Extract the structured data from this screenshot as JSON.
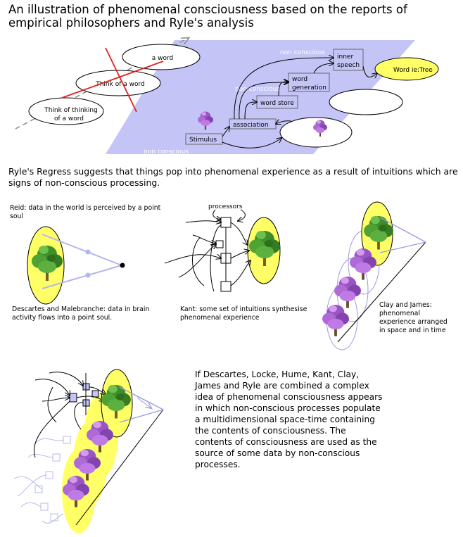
{
  "title": "An illustration of phenomenal consciousness based on the reports of empirical philosophers and Ryle's analysis",
  "top_diagram": {
    "regress_words": [
      "Think of thinking of a word",
      "Think of a word",
      "a word"
    ],
    "regress_word_1_line1": "Think of thinking",
    "regress_word_1_line2": "of a word",
    "non_conscious_1": "non conscious",
    "non_conscious_2": "non conscious",
    "non_conscious_3": "non conscious",
    "inner_speech_line1": "inner",
    "inner_speech_line2": "speech",
    "word_generation_line1": "word",
    "word_generation_line2": "generation",
    "word_store": "word store",
    "association": "association",
    "stimulus": "Stimulus",
    "word_result": "Word ie:Tree"
  },
  "ryle_text": "Ryle's Regress suggests that things pop into phenomenal experience as a result of intuitions which are signs of non-conscious processing.",
  "reid_caption": "Reid: data in the world is perceived by a point soul",
  "descartes_caption": "Descartes and Malebranche: data in brain activity flows into a point soul.",
  "processors_label": "processors",
  "kant_caption": "Kant: some set of intuitions synthesise phenomenal experience",
  "clay_caption": "Clay and James: phenomenal experience arranged in space and in time",
  "combined_text": "If Descartes, Locke, Hume, Kant, Clay, James and Ryle are combined a complex idea of phenomenal consciousness appears in which non-conscious processes populate a multidimensional space-time containing the contents of consciousness. The contents of consciousness are used as the source of some data by non-conscious processes.",
  "colors": {
    "band": "#c4c4f7",
    "yellow": "#ffff66",
    "tree_green": "#3e8e2a",
    "tree_purple": "#9a55c4",
    "red_cross": "#e02020"
  }
}
